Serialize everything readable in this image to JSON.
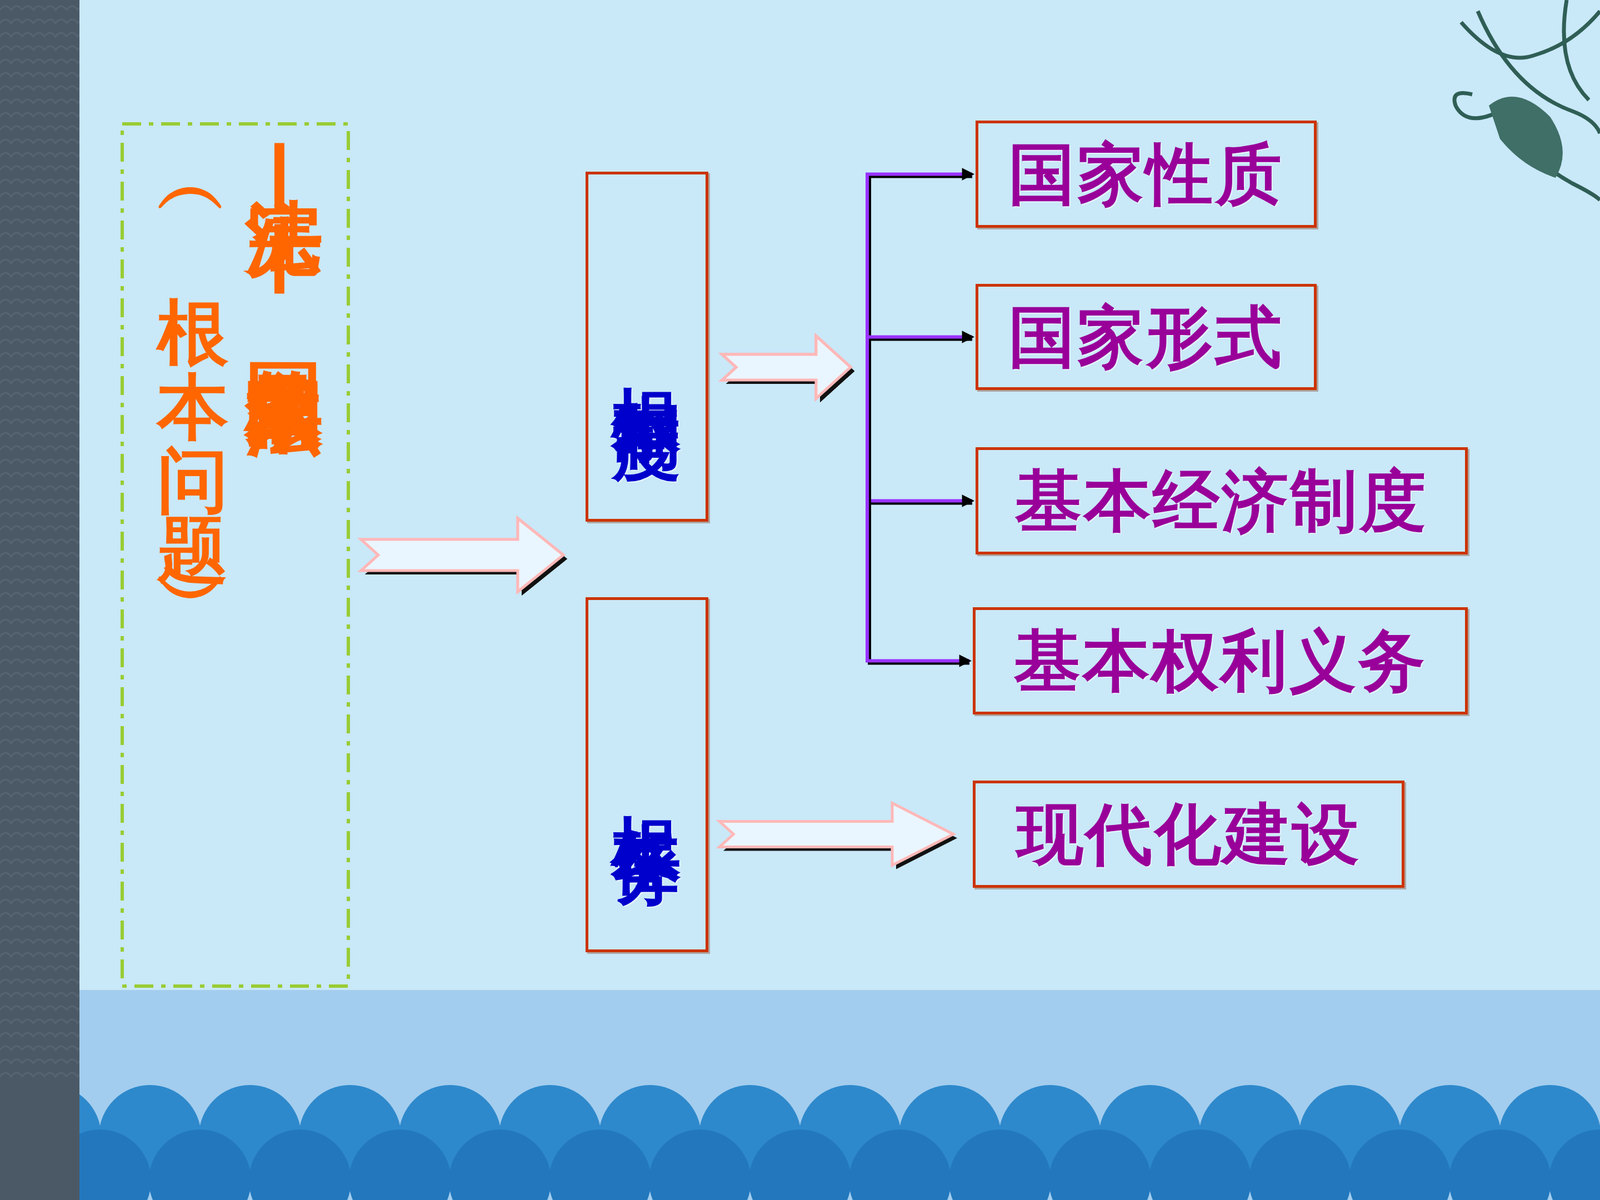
{
  "diagram": {
    "nodes": [
      {
        "text": [
          "宪法——国家的根本法",
          "（根本问题）"
        ]
      },
      {
        "text": [
          "根本制度"
        ]
      },
      {
        "text": [
          "根本任务"
        ]
      },
      {
        "text": [
          "国家性质"
        ]
      },
      {
        "text": [
          "国家形式"
        ]
      },
      {
        "text": [
          "基本经济制度"
        ]
      },
      {
        "text": [
          "基本权利义务"
        ]
      },
      {
        "text": [
          "现代化建设"
        ]
      }
    ],
    "edges": [
      {
        "from": 0,
        "to": 1,
        "arrow": "to"
      },
      {
        "from": 0,
        "to": 2,
        "arrow": "to"
      },
      {
        "from": 1,
        "to": 3,
        "arrow": "to"
      },
      {
        "from": 1,
        "to": 4,
        "arrow": "to"
      },
      {
        "from": 1,
        "to": 5,
        "arrow": "to"
      },
      {
        "from": 1,
        "to": 6,
        "arrow": "to"
      },
      {
        "from": 2,
        "to": 7,
        "arrow": "to"
      }
    ]
  }
}
